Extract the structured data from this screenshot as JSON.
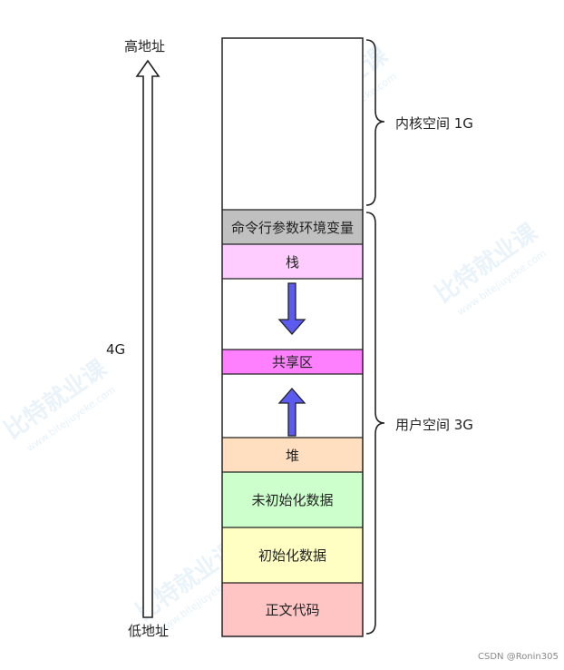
{
  "address": {
    "high": "高地址",
    "low": "低地址",
    "total": "4G"
  },
  "segments": [
    {
      "label": "",
      "fill": "#ffffff"
    },
    {
      "label": "命令行参数环境变量",
      "fill": "#c0c0c0"
    },
    {
      "label": "栈",
      "fill": "#ffccff"
    },
    {
      "label": "",
      "fill": "#ffffff"
    },
    {
      "label": "共享区",
      "fill": "#ff80ff"
    },
    {
      "label": "",
      "fill": "#ffffff"
    },
    {
      "label": "堆",
      "fill": "#ffdfc0"
    },
    {
      "label": "未初始化数据",
      "fill": "#ccffcc"
    },
    {
      "label": "初始化数据",
      "fill": "#ffffc4"
    },
    {
      "label": "正文代码",
      "fill": "#ffc4c4"
    }
  ],
  "spaces": {
    "kernel": "内核空间 1G",
    "user": "用户空间 3G"
  },
  "watermark": {
    "brand": "比特就业课",
    "url": "www.bitejiuyeke.com"
  },
  "credit": "CSDN @Ronin305",
  "colors": {
    "arrow_fill": "#5b5bf0",
    "border": "#222222"
  }
}
